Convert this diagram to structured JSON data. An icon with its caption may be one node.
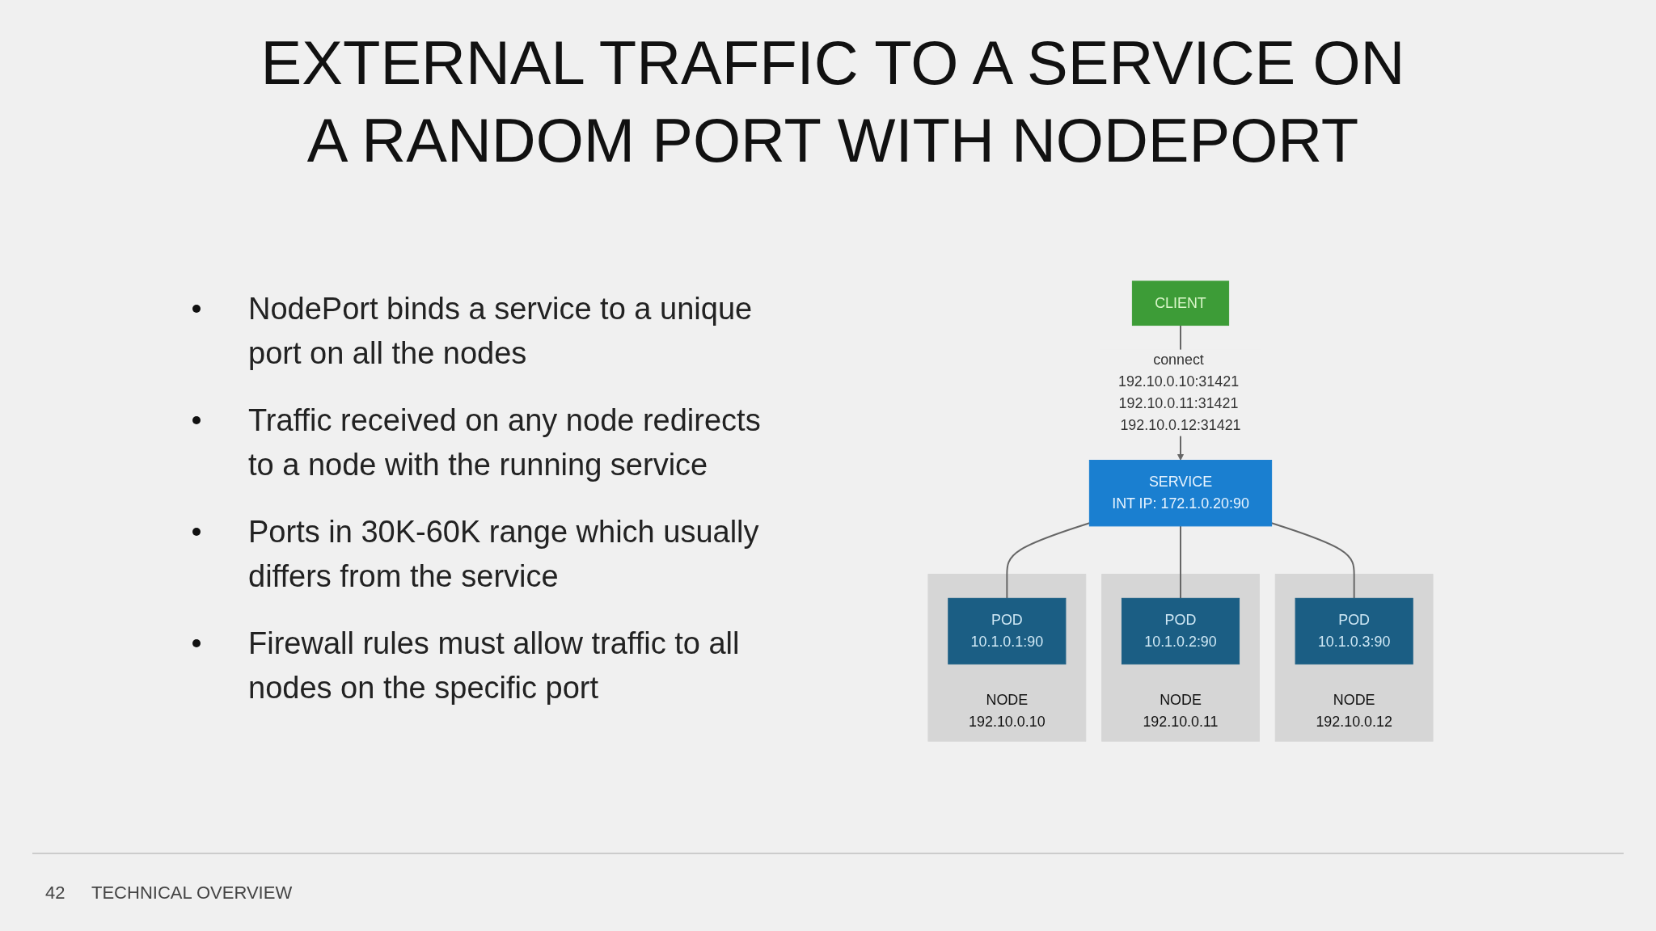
{
  "diagram": {
    "title": "EXTERNAL TRAFFIC TO A SERVICE ON A RANDOM PORT WITH NODEPORT",
    "nodes": [
      {
        "text": [
          "CLIENT"
        ]
      },
      {
        "text": [
          "SERVICE",
          "INT IP: 172.1.0.20:90"
        ]
      },
      {
        "text": [
          "NODE",
          "192.10.0.10"
        ]
      },
      {
        "text": [
          "POD",
          "10.1.0.1:90"
        ],
        "in": 2
      },
      {
        "text": [
          "NODE",
          "192.10.0.11"
        ]
      },
      {
        "text": [
          "POD",
          "10.1.0.2:90"
        ],
        "in": 4
      },
      {
        "text": [
          "NODE",
          "192.10.0.12"
        ]
      },
      {
        "text": [
          "POD",
          "10.1.0.3:90"
        ],
        "in": 6
      }
    ],
    "edges": [
      {
        "from": 0,
        "to": 1,
        "arrow": "to",
        "label": "connect 192.10.0.10:31421 192.10.0.11:31421 192.10.0.12:31421"
      },
      {
        "from": 1,
        "to": 3,
        "arrow": "none"
      },
      {
        "from": 1,
        "to": 5,
        "arrow": "none"
      },
      {
        "from": 1,
        "to": 7,
        "arrow": "none"
      }
    ],
    "labels": [
      "NodePort binds a service to a unique port on all the nodes",
      "Traffic received on any node redirects to a node with the running service",
      "Ports in 30K-60K range which usually differs from the service",
      "Firewall rules must allow traffic to all nodes on the specific port",
      "42",
      "TECHNICAL OVERVIEW"
    ]
  }
}
